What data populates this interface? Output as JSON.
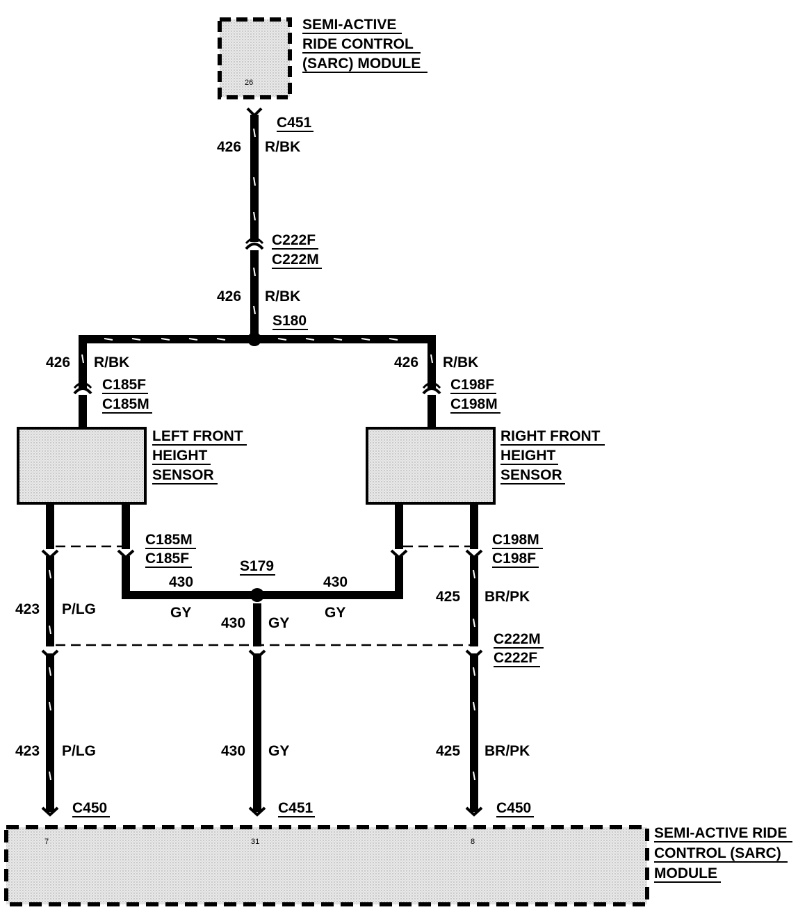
{
  "top_module": {
    "lines": [
      "SEMI-ACTIVE",
      "RIDE CONTROL",
      "(SARC) MODULE"
    ],
    "pin": "26"
  },
  "bottom_module": {
    "lines": [
      "SEMI-ACTIVE RIDE",
      "CONTROL (SARC)",
      "MODULE"
    ],
    "pins": [
      "7",
      "31",
      "8"
    ]
  },
  "left_sensor": {
    "lines": [
      "LEFT FRONT",
      "HEIGHT",
      "SENSOR"
    ]
  },
  "right_sensor": {
    "lines": [
      "RIGHT FRONT",
      "HEIGHT",
      "SENSOR"
    ]
  },
  "connectors": {
    "top_c451": "C451",
    "c222_top": [
      "C222F",
      "C222M"
    ],
    "c185_top": [
      "C185F",
      "C185M"
    ],
    "c198_top": [
      "C198F",
      "C198M"
    ],
    "c185_bot": [
      "C185M",
      "C185F"
    ],
    "c198_bot": [
      "C198M",
      "C198F"
    ],
    "c222_bot": [
      "C222M",
      "C222F"
    ],
    "bot_left": "C450",
    "bot_mid": "C451",
    "bot_right": "C450"
  },
  "splices": {
    "s180": "S180",
    "s179": "S179"
  },
  "wires": {
    "w426": "426",
    "c426": "R/BK",
    "w430": "430",
    "c430": "GY",
    "w423": "423",
    "c423": "P/LG",
    "w425": "425",
    "c425": "BR/PK"
  }
}
